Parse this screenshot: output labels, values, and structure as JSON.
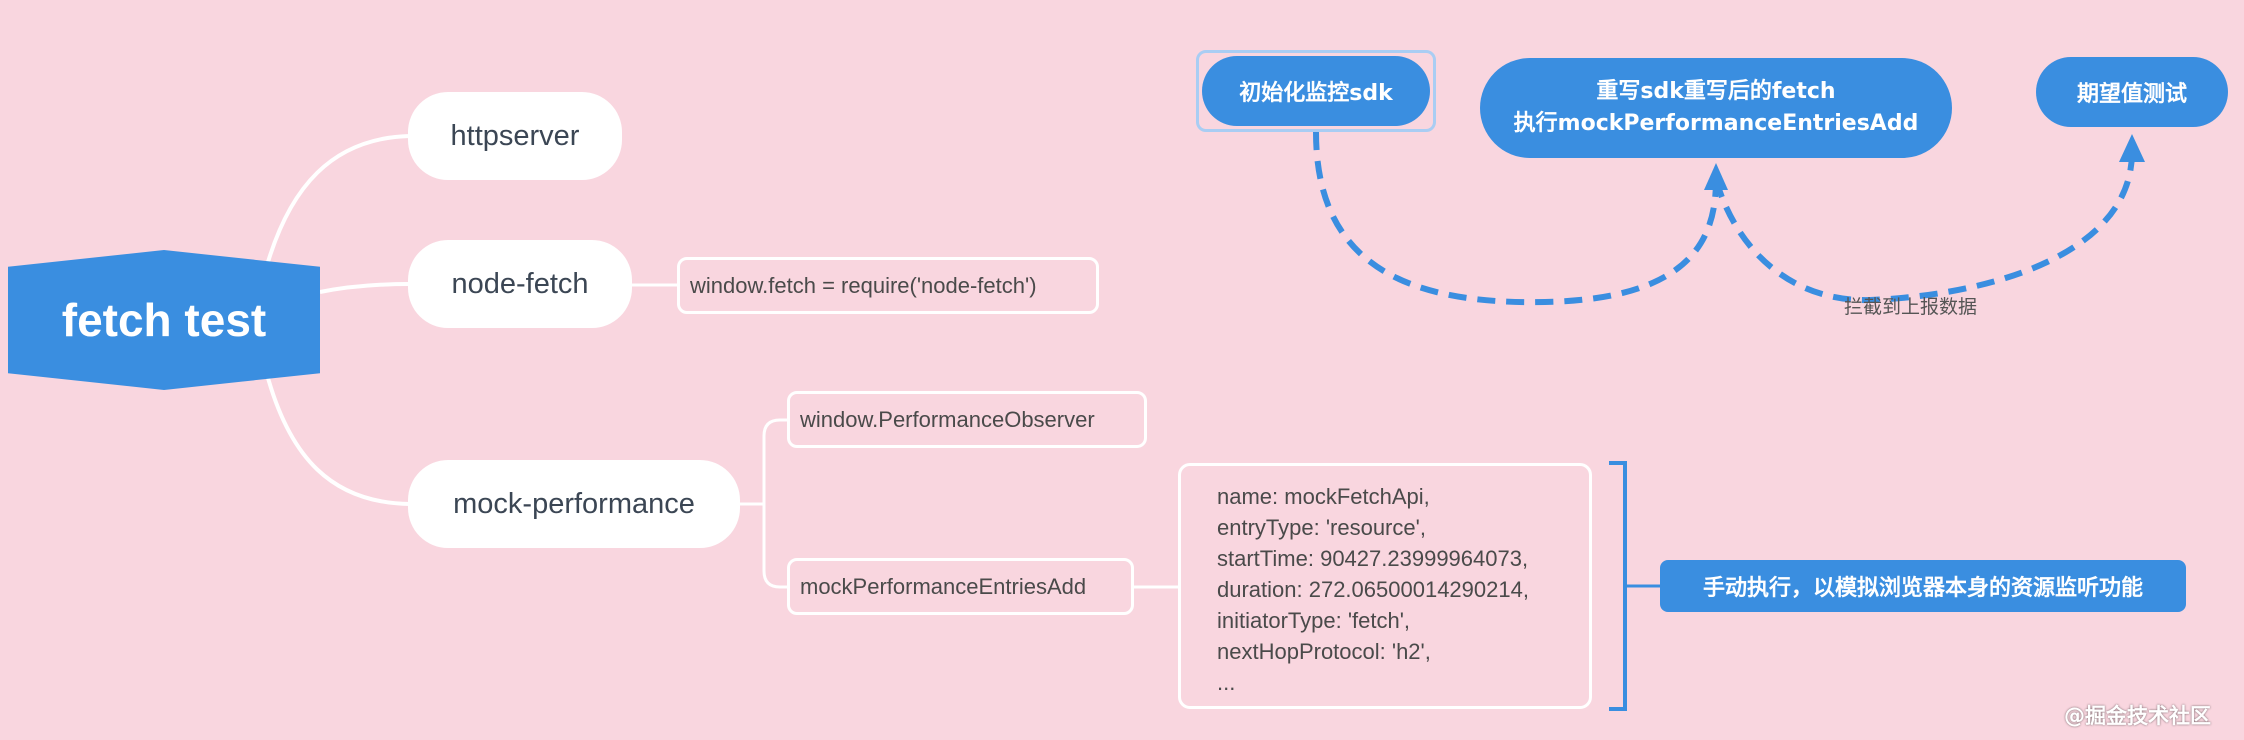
{
  "colors": {
    "background": "#f9d6df",
    "primary": "#3a8ee0",
    "node_fill": "#ffffff",
    "text_dark": "#3b4654"
  },
  "root": {
    "label": "fetch test"
  },
  "branches": [
    {
      "label": "httpserver"
    },
    {
      "label": "node-fetch"
    },
    {
      "label": "mock-performance"
    }
  ],
  "leaves": {
    "node_fetch": "window.fetch = require('node-fetch')",
    "observer": "window.PerformanceObserver",
    "entries_add": "mockPerformanceEntriesAdd"
  },
  "detail_lines": [
    "name: mockFetchApi,",
    "entryType: 'resource',",
    "startTime: 90427.23999964073,",
    "duration: 272.06500014290214,",
    "initiatorType: 'fetch',",
    "nextHopProtocol: 'h2',",
    "..."
  ],
  "callout": "手动执行，以模拟浏览器本身的资源监听功能",
  "flow": {
    "init": "初始化监控sdk",
    "rewrite_line1": "重写sdk重写后的fetch",
    "rewrite_line2": "执行mockPerformanceEntriesAdd",
    "expect": "期望值测试",
    "edge_label": "拦截到上报数据"
  },
  "watermark": "@掘金技术社区"
}
